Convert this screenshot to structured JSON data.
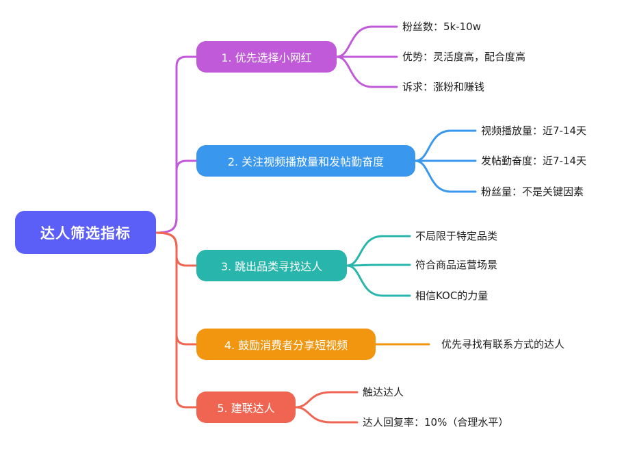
{
  "root": {
    "label": "达人筛选指标",
    "color": "#5b5ef7"
  },
  "branches": [
    {
      "label": "1. 优先选择小网红",
      "color": "#c05ad8",
      "leaves": [
        "粉丝数：5k-10w",
        "优势：灵活度高，配合度高",
        "诉求：涨粉和赚钱"
      ]
    },
    {
      "label": "2. 关注视频播放量和发帖勤奋度",
      "color": "#3a97ee",
      "leaves": [
        "视频播放量：近7-14天",
        "发帖勤奋度：近7-14天",
        "粉丝量：不是关键因素"
      ]
    },
    {
      "label": "3. 跳出品类寻找达人",
      "color": "#28b5ab",
      "leaves": [
        "不局限于特定品类",
        "符合商品运营场景",
        "相信KOC的力量"
      ]
    },
    {
      "label": "4. 鼓励消费者分享短视频",
      "color": "#f3960f",
      "leaves": [
        "优先寻找有联系方式的达人"
      ]
    },
    {
      "label": "5. 建联达人",
      "color": "#ef6551",
      "leaves": [
        "触达达人",
        "达人回复率：10%（合理水平）"
      ]
    }
  ]
}
